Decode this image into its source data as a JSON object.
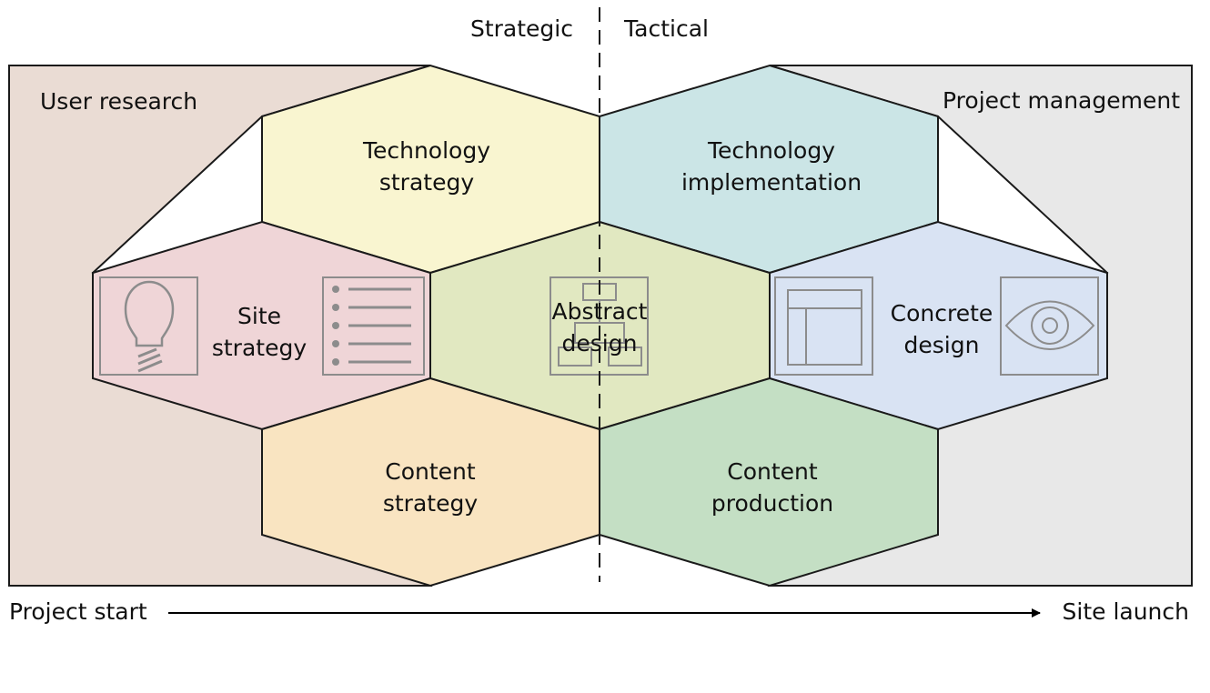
{
  "header": {
    "strategic": "Strategic",
    "tactical": "Tactical"
  },
  "panels": {
    "left": {
      "label": "User research",
      "color": "#eadcd4"
    },
    "right": {
      "label": "Project management",
      "color": "#e8e8e8"
    }
  },
  "hexagons": {
    "technology_strategy": {
      "line1": "Technology",
      "line2": "strategy",
      "color": "#f9f5d0"
    },
    "technology_implementation": {
      "line1": "Technology",
      "line2": "implementation",
      "color": "#cbe5e6"
    },
    "site_strategy": {
      "line1": "Site",
      "line2": "strategy",
      "color": "#efd5d7"
    },
    "abstract_design": {
      "line1": "Abstract",
      "line2": "design",
      "color": "#e1e8c1"
    },
    "concrete_design": {
      "line1": "Concrete",
      "line2": "design",
      "color": "#d9e3f3"
    },
    "content_strategy": {
      "line1": "Content",
      "line2": "strategy",
      "color": "#f9e4c1"
    },
    "content_production": {
      "line1": "Content",
      "line2": "production",
      "color": "#c4dfc4"
    }
  },
  "icons": [
    "lightbulb-icon",
    "list-icon",
    "flowchart-icon",
    "wireframe-icon",
    "eye-icon"
  ],
  "timeline": {
    "start": "Project start",
    "end": "Site launch"
  }
}
